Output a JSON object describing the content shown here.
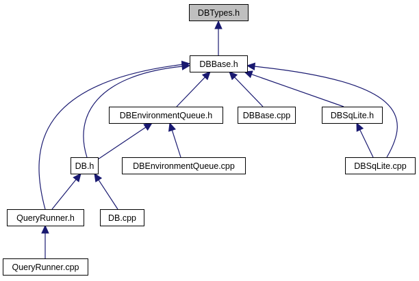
{
  "diagram": {
    "nodes": [
      {
        "id": "dbtypes_h",
        "label": "DBTypes.h",
        "highlighted": true
      },
      {
        "id": "dbbase_h",
        "label": "DBBase.h"
      },
      {
        "id": "dbenvqueue_h",
        "label": "DBEnvironmentQueue.h"
      },
      {
        "id": "dbbase_cpp",
        "label": "DBBase.cpp"
      },
      {
        "id": "dbsqlite_h",
        "label": "DBSqLite.h"
      },
      {
        "id": "db_h",
        "label": "DB.h"
      },
      {
        "id": "dbenvqueue_cpp",
        "label": "DBEnvironmentQueue.cpp"
      },
      {
        "id": "dbsqlite_cpp",
        "label": "DBSqLite.cpp"
      },
      {
        "id": "queryrunner_h",
        "label": "QueryRunner.h"
      },
      {
        "id": "db_cpp",
        "label": "DB.cpp"
      },
      {
        "id": "queryrunner_cpp",
        "label": "QueryRunner.cpp"
      }
    ],
    "edges": [
      {
        "from": "dbbase_h",
        "to": "dbtypes_h"
      },
      {
        "from": "dbenvqueue_h",
        "to": "dbbase_h"
      },
      {
        "from": "dbbase_cpp",
        "to": "dbbase_h"
      },
      {
        "from": "dbsqlite_h",
        "to": "dbbase_h"
      },
      {
        "from": "dbsqlite_cpp",
        "to": "dbbase_h"
      },
      {
        "from": "db_h",
        "to": "dbbase_h"
      },
      {
        "from": "queryrunner_h",
        "to": "dbbase_h"
      },
      {
        "from": "db_h",
        "to": "dbenvqueue_h"
      },
      {
        "from": "dbenvqueue_cpp",
        "to": "dbenvqueue_h"
      },
      {
        "from": "dbsqlite_cpp",
        "to": "dbsqlite_h"
      },
      {
        "from": "queryrunner_h",
        "to": "db_h"
      },
      {
        "from": "db_cpp",
        "to": "db_h"
      },
      {
        "from": "queryrunner_cpp",
        "to": "queryrunner_h"
      }
    ],
    "colors": {
      "edge": "#191970",
      "highlighted_node_fill": "#bfbfbf",
      "node_fill": "#ffffff",
      "node_border": "#000000"
    }
  }
}
